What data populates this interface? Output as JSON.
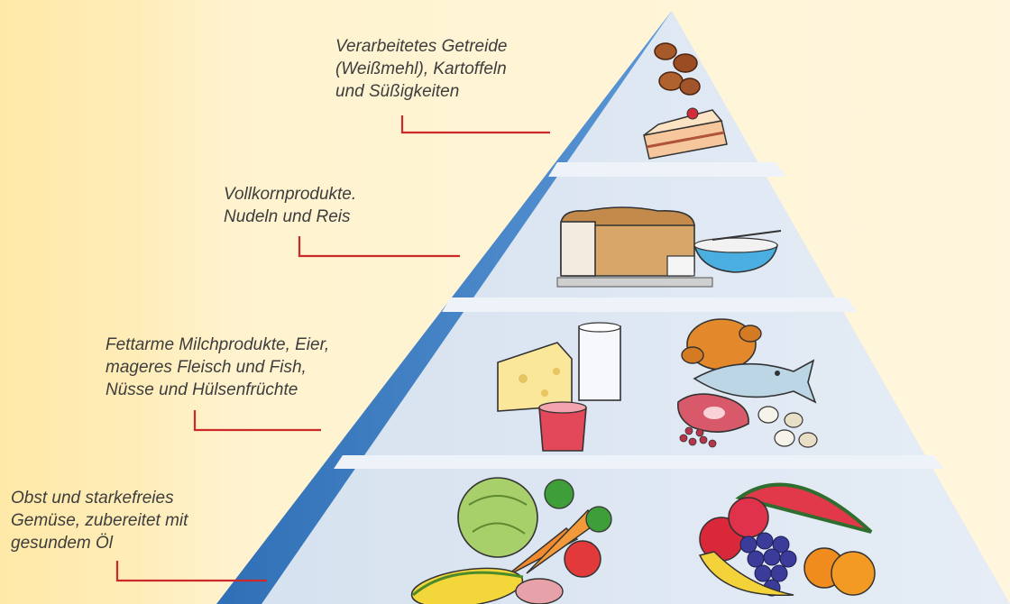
{
  "tiers": [
    {
      "name": "sweets-tier",
      "label_lines": [
        "Verarbeitetes Getreide",
        "(Weißmehl), Kartoffeln",
        "und Süßigkeiten"
      ]
    },
    {
      "name": "grains-tier",
      "label_lines": [
        "Vollkornprodukte.",
        "Nudeln und Reis"
      ]
    },
    {
      "name": "protein-tier",
      "label_lines": [
        "Fettarme Milchprodukte, Eier,",
        "mageres Fleisch und Fish,",
        "Nüsse und Hülsenfrüchte"
      ]
    },
    {
      "name": "produce-tier",
      "label_lines": [
        "Obst und starkefreies",
        "Gemüse, zubereitet mit",
        "gesundem Öl"
      ]
    }
  ],
  "colors": {
    "pyramid_face": "#dde7f3",
    "pyramid_edge": "#3c7fc6",
    "leader_line": "#cc2a2a",
    "text": "#3d3d3d"
  },
  "icons": [
    "potato-icon",
    "cake-icon",
    "bread-icon",
    "rice-bowl-icon",
    "cheese-icon",
    "milk-glass-icon",
    "yogurt-cup-icon",
    "chicken-icon",
    "fish-icon",
    "meat-icon",
    "eggs-icon",
    "beans-icon",
    "cabbage-icon",
    "carrot-icon",
    "corn-icon",
    "tomato-icon",
    "watermelon-icon",
    "grapes-icon",
    "apple-icon",
    "banana-icon",
    "orange-icon"
  ]
}
